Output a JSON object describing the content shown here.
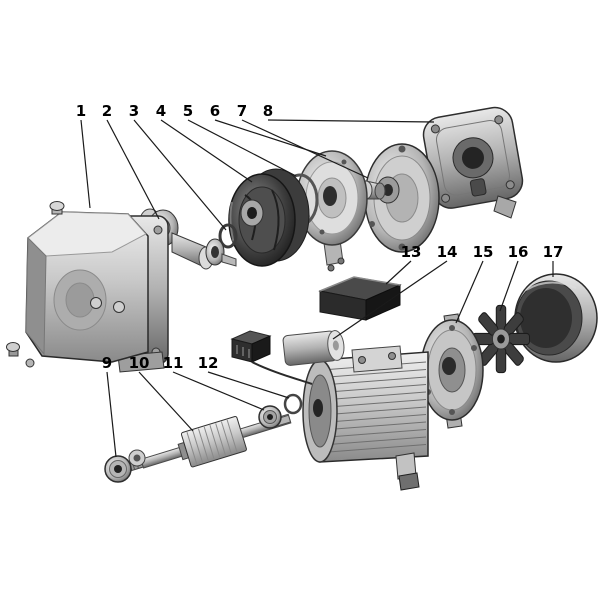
{
  "diagram": {
    "type": "exploded-parts-diagram",
    "background_color": "#ffffff",
    "line_color": "#1a1a1a",
    "part_labels": [
      "1",
      "2",
      "3",
      "4",
      "5",
      "6",
      "7",
      "8",
      "9",
      "10",
      "11",
      "12",
      "13",
      "14",
      "15",
      "16",
      "17"
    ]
  }
}
